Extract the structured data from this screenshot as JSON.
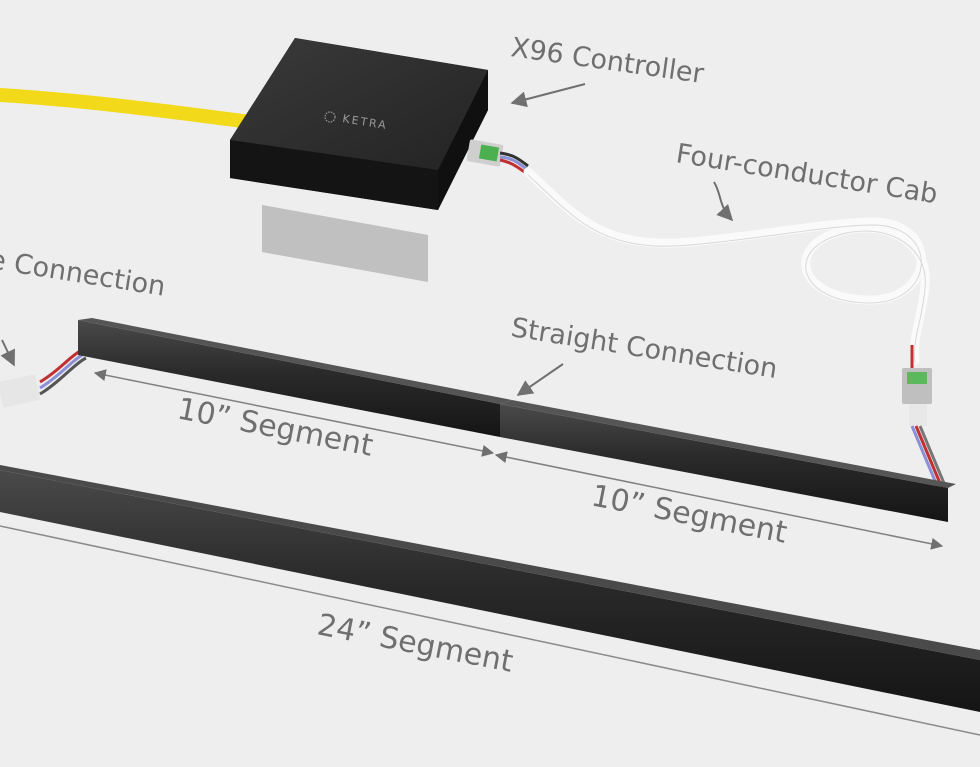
{
  "labels": {
    "controller": "X96 Controller",
    "cable": "Four-conductor Cab",
    "corner_connection": "e Connection",
    "straight_connection": "Straight Connection",
    "segment_10_left": "10” Segment",
    "segment_10_right": "10” Segment",
    "segment_24": "24” Segment"
  },
  "logo": {
    "brand": "KETRA",
    "icon": "sunburst-logo-icon"
  },
  "colors": {
    "background": "#eeeeee",
    "controller_body": "#262626",
    "power_cable": "#f2d91a",
    "signal_cable": "#fafafa",
    "segment": "#1c1c1c",
    "label": "#6f6f6f",
    "arrow": "#707070"
  }
}
